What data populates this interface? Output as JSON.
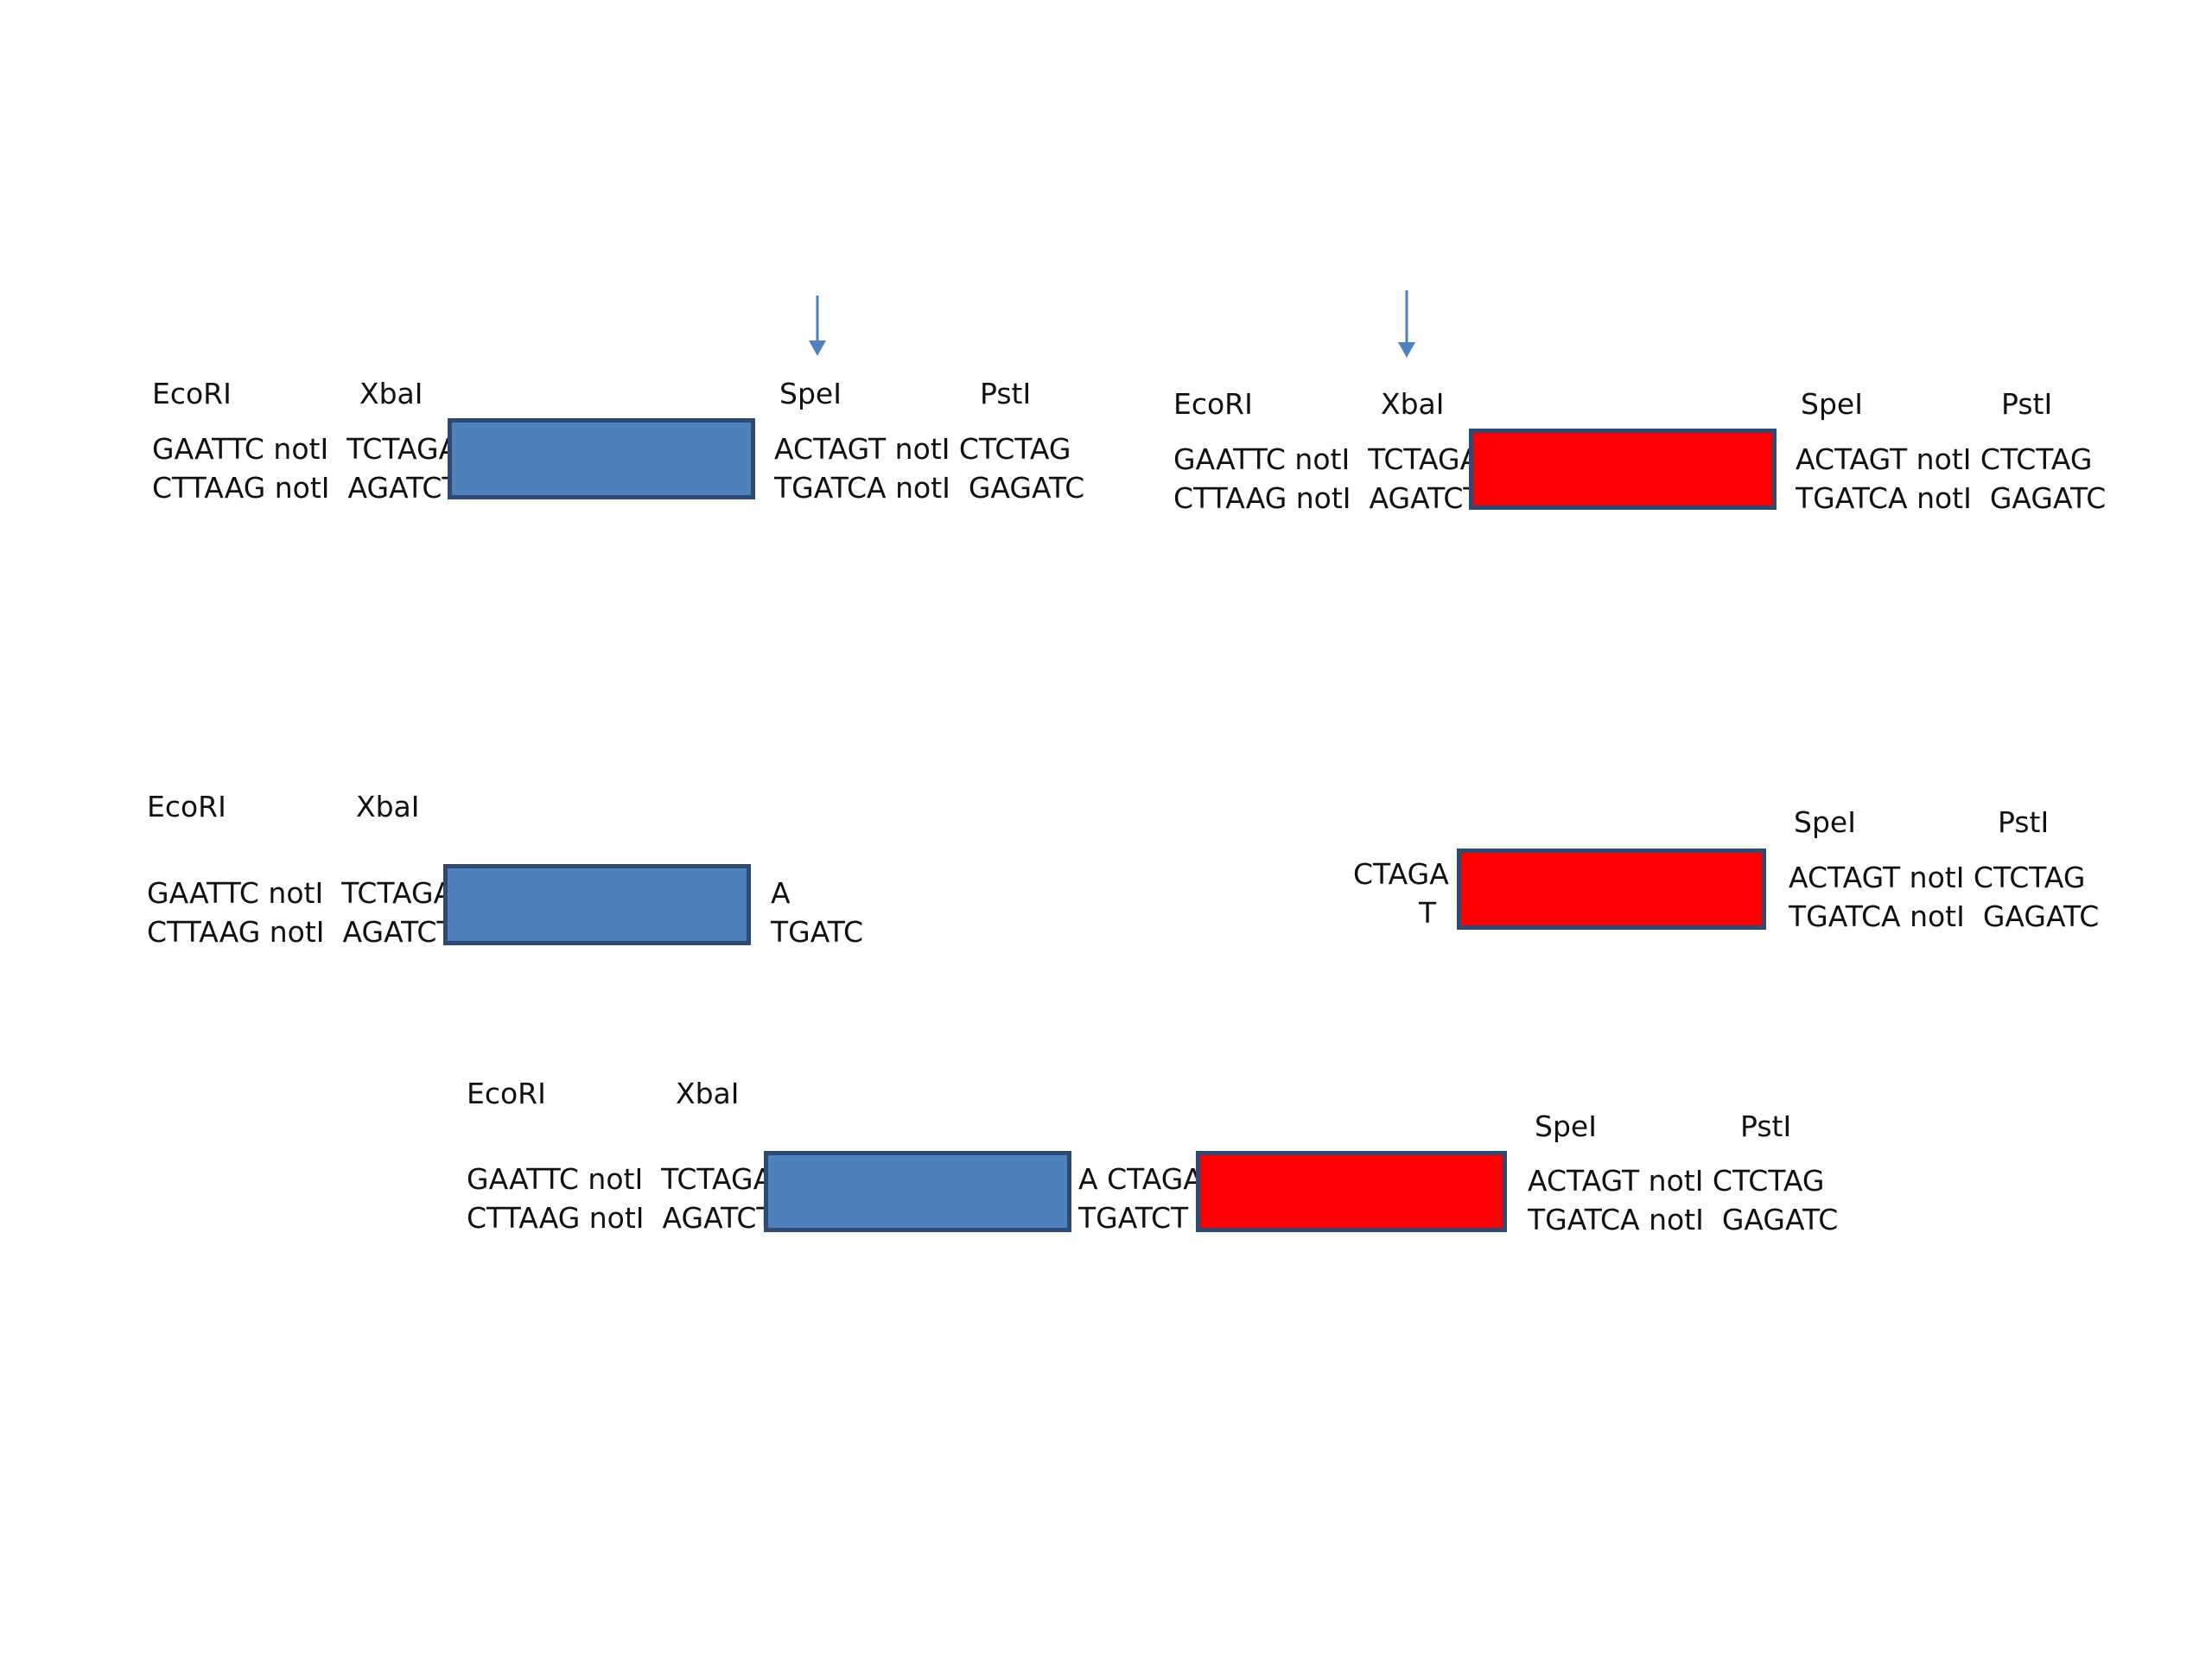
{
  "colors": {
    "blue_part": "#4f81bd",
    "red_part": "#ff0000",
    "box_border": "#2e4a72",
    "arrow": "#4f81bd"
  },
  "icons": {
    "cut_marker": "down-arrow-icon"
  },
  "rows": {
    "top_left": {
      "ecori": "EcoRI",
      "xbai": "XbaI",
      "spei": "SpeI",
      "psti": "PstI",
      "left_top": "GAATTC notI  TCTAGA",
      "left_bottom": "CTTAAG notI  AGATCT",
      "right_top": "ACTAGT notI CTCTAG",
      "right_bottom": "TGATCA notI  GAGATC"
    },
    "top_right": {
      "ecori": "EcoRI",
      "xbai": "XbaI",
      "spei": "SpeI",
      "psti": "PstI",
      "left_top": "GAATTC notI  TCTAGA",
      "left_bottom": "CTTAAG notI  AGATCT",
      "right_top": "ACTAGT notI CTCTAG",
      "right_bottom": "TGATCA notI  GAGATC"
    },
    "middle_left": {
      "ecori": "EcoRI",
      "xbai": "XbaI",
      "left_top": "GAATTC notI  TCTAGA",
      "left_bottom": "CTTAAG notI  AGATCT",
      "overhang_top": "A",
      "overhang_bottom": "TGATC"
    },
    "middle_right": {
      "spei": "SpeI",
      "psti": "PstI",
      "overhang_top": "CTAGA",
      "overhang_bottom": "T",
      "right_top": "ACTAGT notI CTCTAG",
      "right_bottom": "TGATCA notI  GAGATC"
    },
    "bottom": {
      "ecori": "EcoRI",
      "xbai": "XbaI",
      "spei": "SpeI",
      "psti": "PstI",
      "left_top": "GAATTC notI  TCTAGA",
      "left_bottom": "CTTAAG notI  AGATCT",
      "scar_top": "A CTAGA",
      "scar_bottom": "TGATCT",
      "right_top": "ACTAGT notI CTCTAG",
      "right_bottom": "TGATCA notI  GAGATC"
    }
  }
}
